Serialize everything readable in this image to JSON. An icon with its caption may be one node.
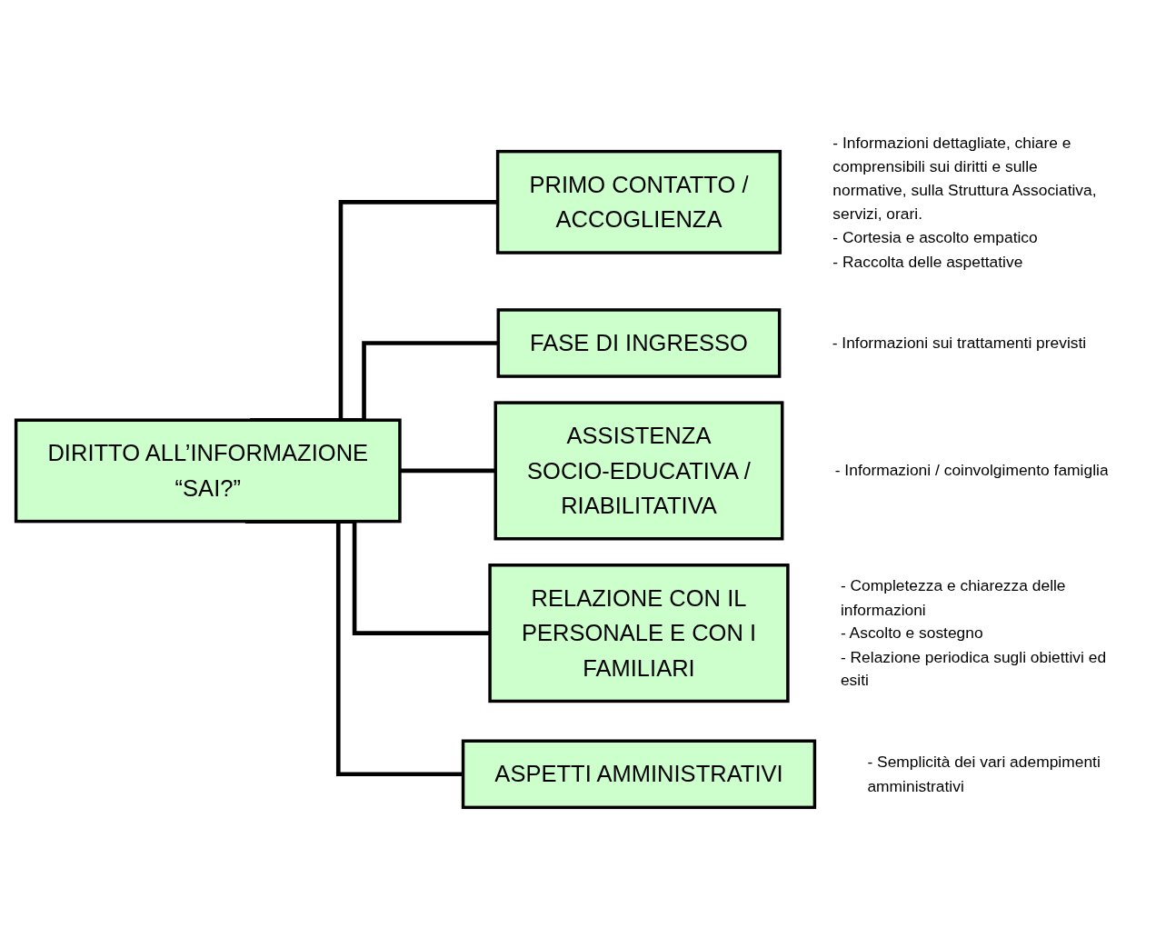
{
  "diagram": {
    "nodes": [
      {
        "text": [
          "DIRITTO ALL’INFORMAZIONE",
          "“SAI?”"
        ]
      },
      {
        "text": [
          "PRIMO CONTATTO / ACCOGLIENZA"
        ],
        "beside": [
          "- Informazioni dettagliate, chiare e comprensibili sui diritti e sulle normative, sulla Struttura Associativa, servizi, orari.",
          "- Cortesia e ascolto empatico",
          "- Raccolta delle aspettative"
        ]
      },
      {
        "text": [
          "FASE DI INGRESSO"
        ],
        "beside": [
          "- Informazioni sui trattamenti previsti"
        ]
      },
      {
        "text": [
          "ASSISTENZA SOCIO-EDUCATIVA / RIABILITATIVA"
        ],
        "beside": [
          "- Informazioni / coinvolgimento famiglia"
        ]
      },
      {
        "text": [
          "RELAZIONE CON IL PERSONALE E CON I FAMILIARI"
        ],
        "beside": [
          "- Completezza e chiarezza delle informazioni",
          "- Ascolto e sostegno",
          "- Relazione periodica sugli obiettivi ed esiti"
        ]
      },
      {
        "text": [
          "ASPETTI AMMINISTRATIVI"
        ],
        "beside": [
          "- Semplicità dei vari adempimenti amministrativi"
        ]
      }
    ],
    "edges": [
      {
        "from": 0,
        "to": 1,
        "arrow": "none"
      },
      {
        "from": 0,
        "to": 2,
        "arrow": "none"
      },
      {
        "from": 0,
        "to": 3,
        "arrow": "none"
      },
      {
        "from": 0,
        "to": 4,
        "arrow": "none"
      },
      {
        "from": 0,
        "to": 5,
        "arrow": "none"
      }
    ]
  }
}
